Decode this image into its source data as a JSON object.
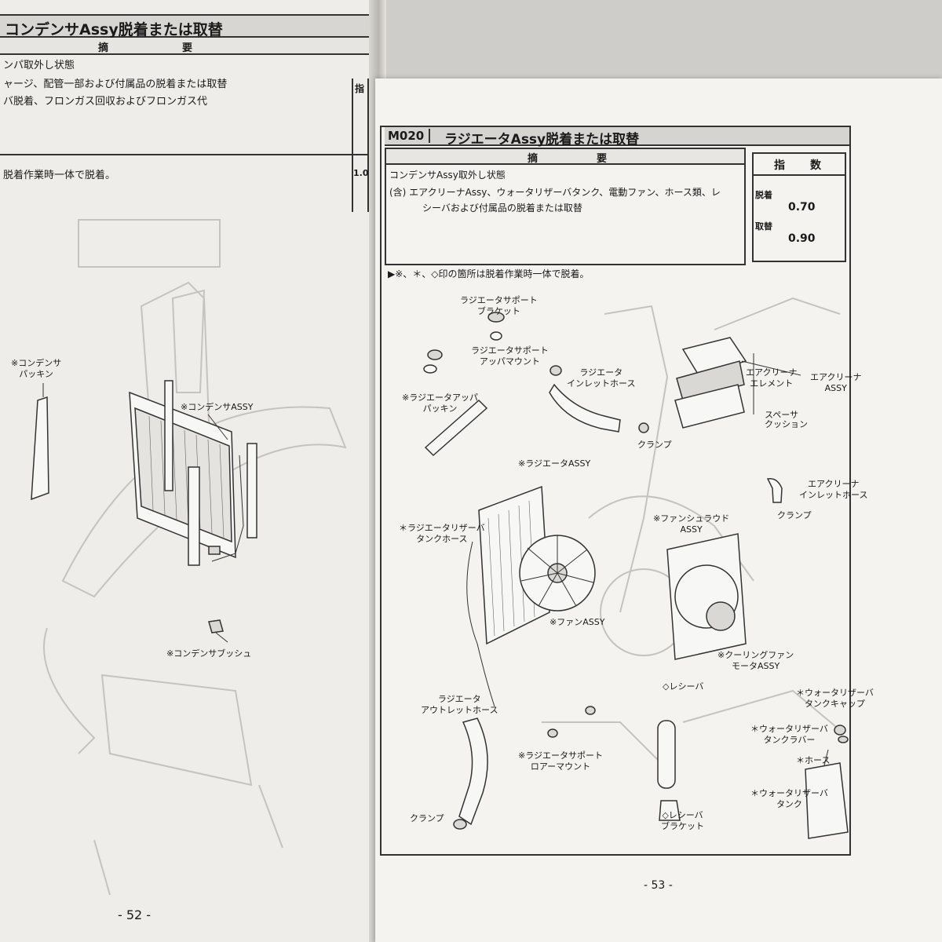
{
  "left_page": {
    "title": "コンデンサAssy脱着または取替",
    "header_label_1": "摘",
    "header_label_2": "要",
    "lines": [
      "ンパ取外し状態",
      "ャージ、配管一部および付属品の脱着または取替",
      "バ脱着、フロンガス回収およびフロンガス代"
    ],
    "note": "脱着作業時一体で脱着。",
    "index_col_label": "指",
    "index_col_num": "1.0",
    "parts": {
      "condenser_packing": "※コンデンサ\nパッキン",
      "condenser_assy": "※コンデンサASSY",
      "condenser_bush": "※コンデンサブッシュ"
    },
    "page_number": "- 52 -"
  },
  "right_page": {
    "code": "M020",
    "title": "ラジエータAssy脱着または取替",
    "header_label_1": "摘",
    "header_label_2": "要",
    "summary_lines": [
      "コンデンサAssy取外し状態",
      "(含) エアクリーナAssy、ウォータリザーバタンク、電動ファン、ホース類、レ",
      "シーバおよび付属品の脱着または取替"
    ],
    "count_header_1": "指",
    "count_header_2": "数",
    "count_rows": [
      {
        "label": "脱着",
        "value": "0.70"
      },
      {
        "label": "取替",
        "value": "0.90"
      }
    ],
    "note": "▶※、＊、◇印の箇所は脱着作業時一体で脱着。",
    "parts": {
      "support_bracket": "ラジエータサポート\nブラケット",
      "support_upper_mount": "ラジエータサポート\nアッパマウント",
      "upper_packing": "※ラジエータアッパ\nパッキン",
      "inlet_hose": "ラジエータ\nインレットホース",
      "clamp_1": "クランプ",
      "air_cleaner_element": "エアクリーナ\nエレメント",
      "air_cleaner_assy": "エアクリーナ\nASSY",
      "spacer": "スペーサ",
      "cushion": "クッション",
      "radiator_assy": "※ラジエータASSY",
      "air_cleaner_inlet_hose": "エアクリーナ\nインレットホース",
      "clamp_2": "クランプ",
      "reserve_tank_hose": "＊ラジエータリザーバ\nタンクホース",
      "fan_shroud": "※ファンシュラウド\nASSY",
      "fan_assy": "※ファンASSY",
      "cooling_fan_motor": "※クーリングファン\nモータASSY",
      "outlet_hose": "ラジエータ\nアウトレットホース",
      "receiver": "◇レシーバ",
      "tank_cap": "＊ウォータリザーバ\nタンクキャップ",
      "tank_rubber": "＊ウォータリザーバ\nタンクラバー",
      "hose": "＊ホース",
      "lower_mount": "※ラジエータサポート\nロアーマウント",
      "clamp_3": "クランプ",
      "receiver_bracket": "◇レシーバ\nブラケット",
      "reserve_tank": "＊ウォータリザーバ\nタンク"
    },
    "page_number": "- 53 -"
  }
}
